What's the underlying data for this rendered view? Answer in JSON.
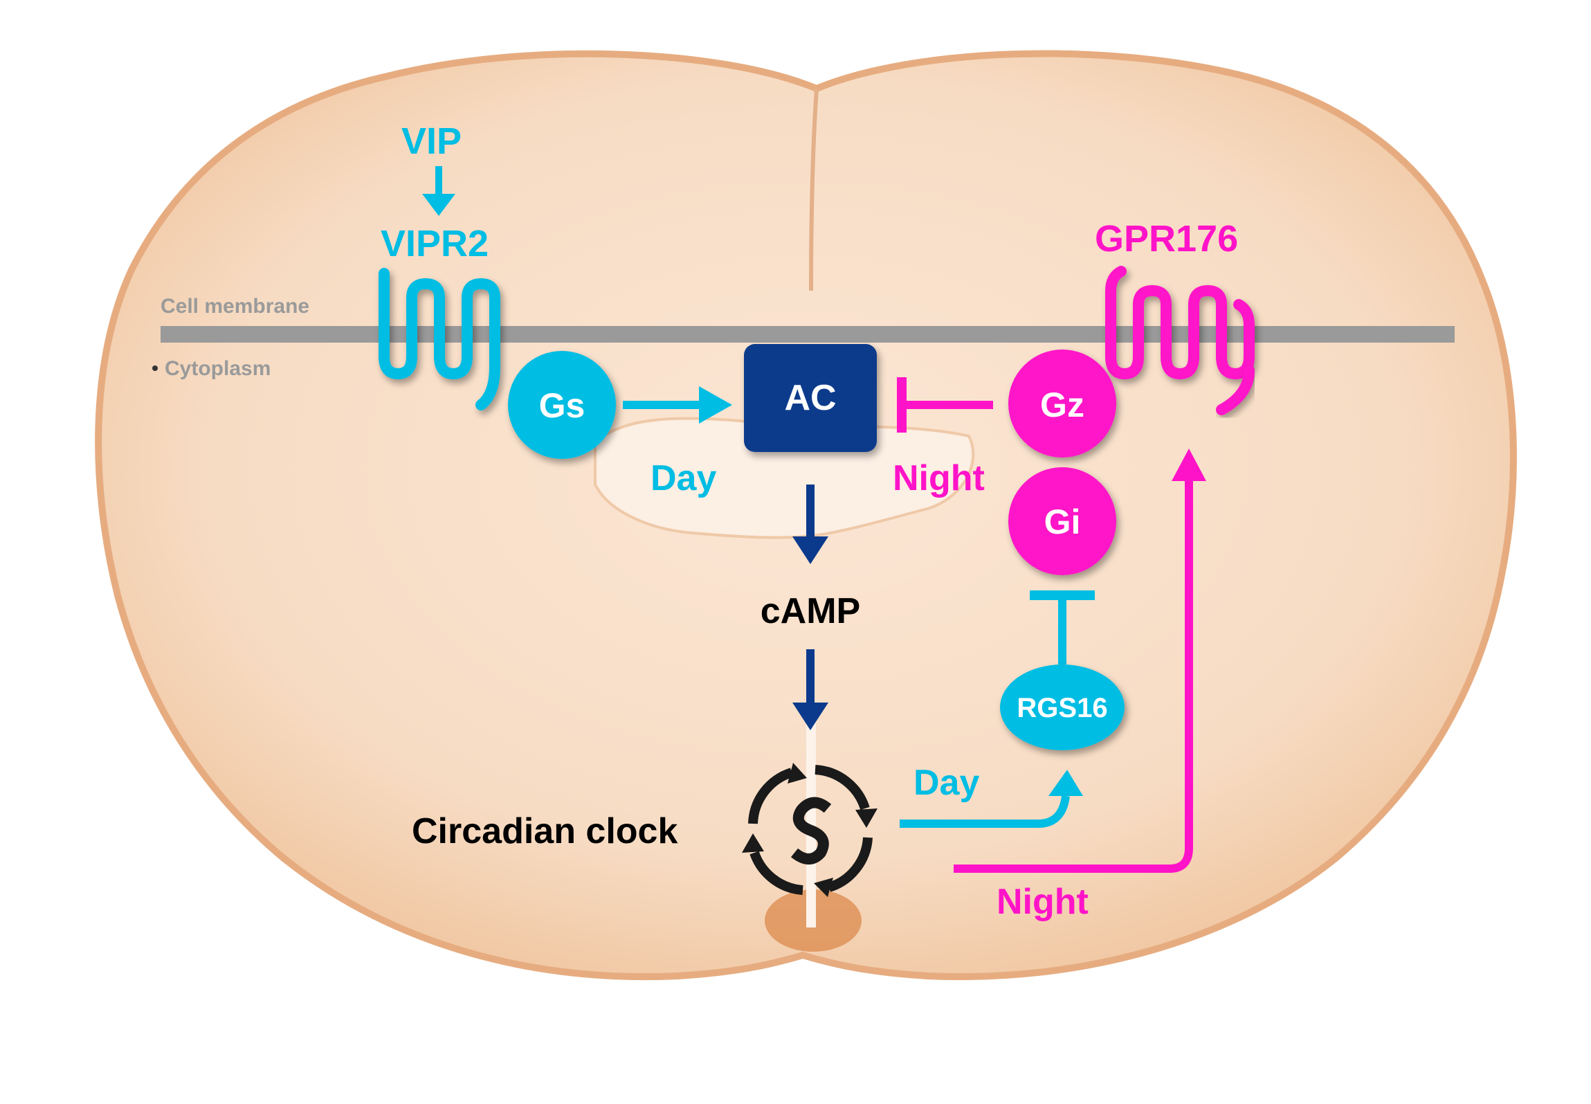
{
  "labels": {
    "vip": "VIP",
    "vipr2": "VIPR2",
    "gpr176": "GPR176",
    "cell_membrane": "Cell membrane",
    "cytoplasm": "Cytoplasm",
    "gs": "Gs",
    "ac": "AC",
    "gz": "Gz",
    "gi": "Gi",
    "rgs16": "RGS16",
    "day_top": "Day",
    "night_top": "Night",
    "camp": "cAMP",
    "circadian_clock": "Circadian clock",
    "day_bottom": "Day",
    "night_bottom": "Night"
  },
  "colors": {
    "cyan": "#00bde3",
    "magenta": "#ff13c8",
    "navy": "#0b3a8c",
    "black": "#000000",
    "gray": "#9a9a9a",
    "tissue": "#f6d7bd",
    "tissue_edge": "#e2a577"
  }
}
